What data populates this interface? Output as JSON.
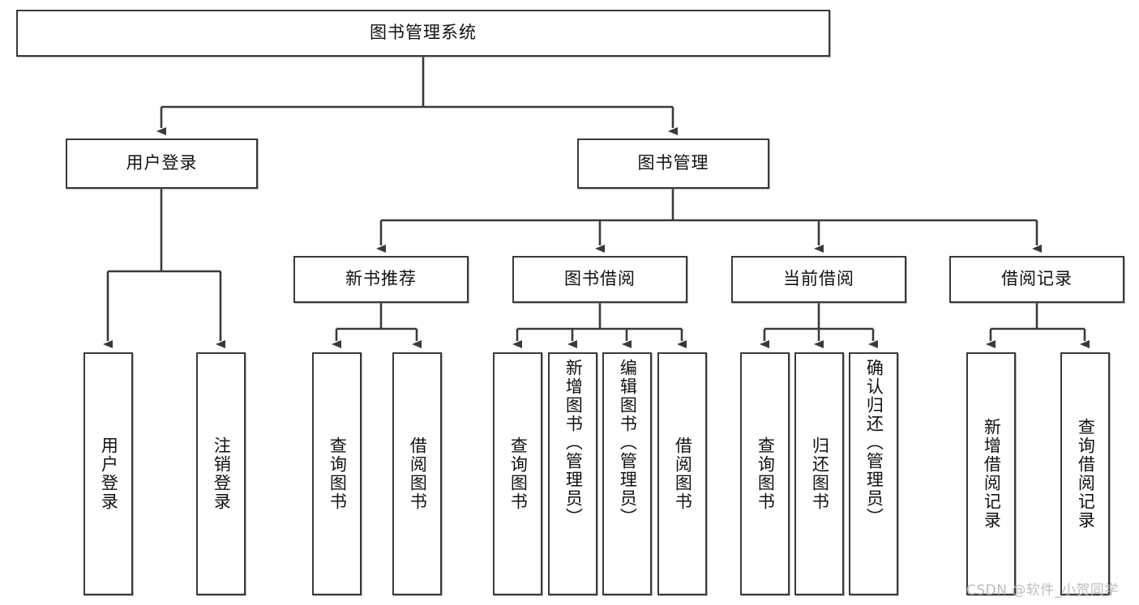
{
  "diagram": {
    "type": "tree-hierarchy",
    "title": "图书管理系统",
    "watermark": "CSDN @软件_小贺同学",
    "colors": {
      "box_border": "#3a3a3a",
      "box_fill": "#ffffff",
      "connector": "#3a3a3a",
      "text": "#111111",
      "watermark": "#bdbdbd"
    },
    "levels": [
      {
        "level": 1,
        "nodes": [
          {
            "id": "root",
            "label": "图书管理系统"
          }
        ]
      },
      {
        "level": 2,
        "nodes": [
          {
            "id": "login",
            "label": "用户登录",
            "parent": "root"
          },
          {
            "id": "bookmgmt",
            "label": "图书管理",
            "parent": "root"
          }
        ]
      },
      {
        "level": 3,
        "nodes": [
          {
            "id": "newbook",
            "label": "新书推荐",
            "parent": "bookmgmt"
          },
          {
            "id": "borrow",
            "label": "图书借阅",
            "parent": "bookmgmt"
          },
          {
            "id": "current",
            "label": "当前借阅",
            "parent": "bookmgmt"
          },
          {
            "id": "records",
            "label": "借阅记录",
            "parent": "bookmgmt"
          }
        ]
      },
      {
        "level": 4,
        "nodes": [
          {
            "id": "leaf1",
            "label": "用户登录",
            "parent": "login"
          },
          {
            "id": "leaf2",
            "label": "注销登录",
            "parent": "login"
          },
          {
            "id": "leaf3",
            "label": "查询图书",
            "parent": "newbook"
          },
          {
            "id": "leaf4",
            "label": "借阅图书",
            "parent": "newbook"
          },
          {
            "id": "leaf5",
            "label": "查询图书",
            "parent": "borrow"
          },
          {
            "id": "leaf6",
            "label": "新增图书（管理员）",
            "parent": "borrow"
          },
          {
            "id": "leaf7",
            "label": "编辑图书（管理员）",
            "parent": "borrow"
          },
          {
            "id": "leaf8",
            "label": "借阅图书",
            "parent": "borrow"
          },
          {
            "id": "leaf9",
            "label": "查询图书",
            "parent": "current"
          },
          {
            "id": "leaf10",
            "label": "归还图书",
            "parent": "current"
          },
          {
            "id": "leaf11",
            "label": "确认归还（管理员）",
            "parent": "current"
          },
          {
            "id": "leaf12",
            "label": "新增借阅记录",
            "parent": "records"
          },
          {
            "id": "leaf13",
            "label": "查询借阅记录",
            "parent": "records"
          }
        ]
      }
    ]
  }
}
